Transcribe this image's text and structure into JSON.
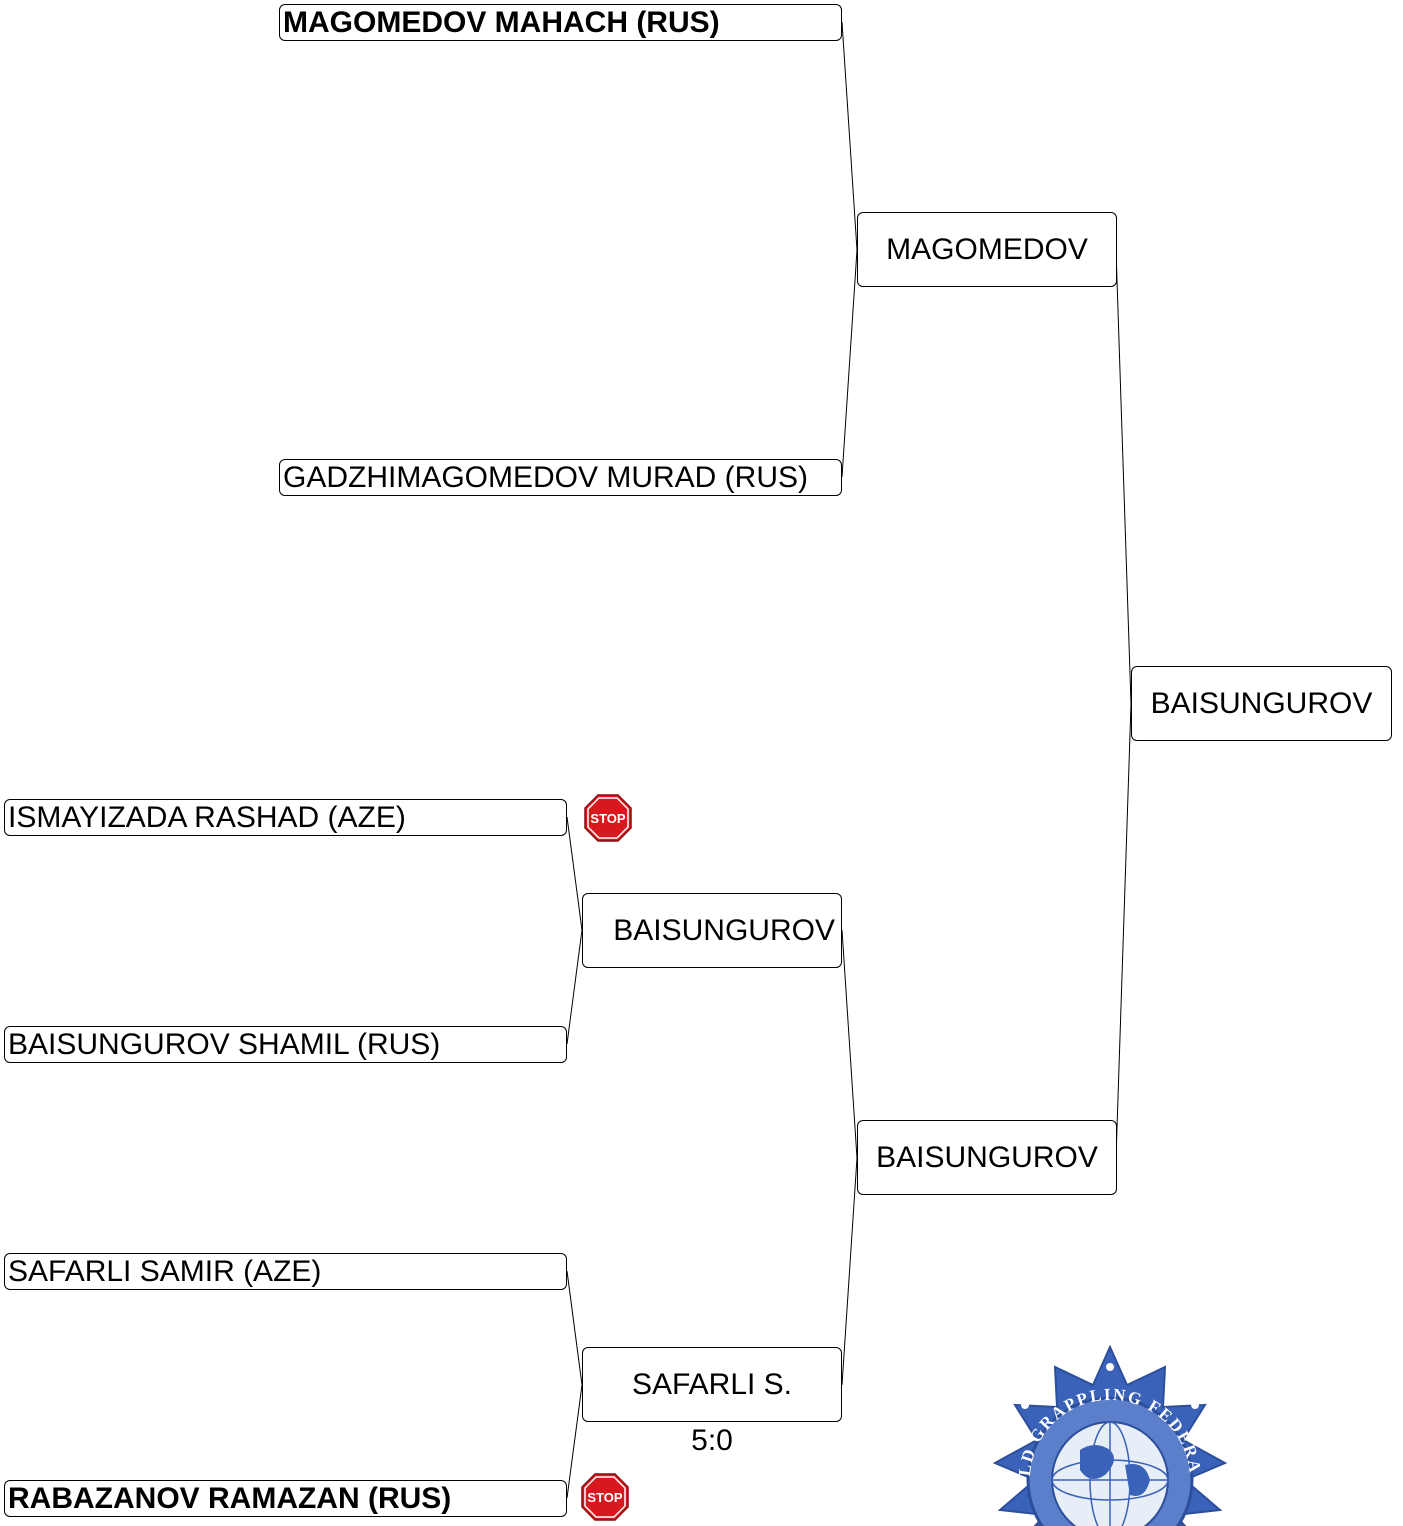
{
  "bracket": {
    "round1": [
      {
        "name": "MAGOMEDOV MAHACH (RUS)",
        "bold": true
      },
      {
        "name": "GADZHIMAGOMEDOV MURAD (RUS)",
        "bold": false
      },
      {
        "name": "ISMAYIZADA RASHAD (AZE)",
        "bold": false
      },
      {
        "name": "BAISUNGUROV SHAMIL (RUS)",
        "bold": false
      },
      {
        "name": "SAFARLI SAMIR (AZE)",
        "bold": false
      },
      {
        "name": "RABAZANOV RAMAZAN (RUS)",
        "bold": true
      }
    ],
    "round2": [
      {
        "name": "BAISUNGUROV"
      },
      {
        "name": "SAFARLI S.",
        "score": "5:0"
      }
    ],
    "round3": [
      {
        "name": "MAGOMEDOV"
      },
      {
        "name": "BAISUNGUROV"
      }
    ],
    "final": {
      "name": "BAISUNGUROV"
    }
  },
  "stop_icon": {
    "label": "STOP",
    "color": "#d7191f"
  },
  "seal": {
    "text": "WORLD GRAPPLING FEDERATION",
    "color": "#3a62b8"
  }
}
